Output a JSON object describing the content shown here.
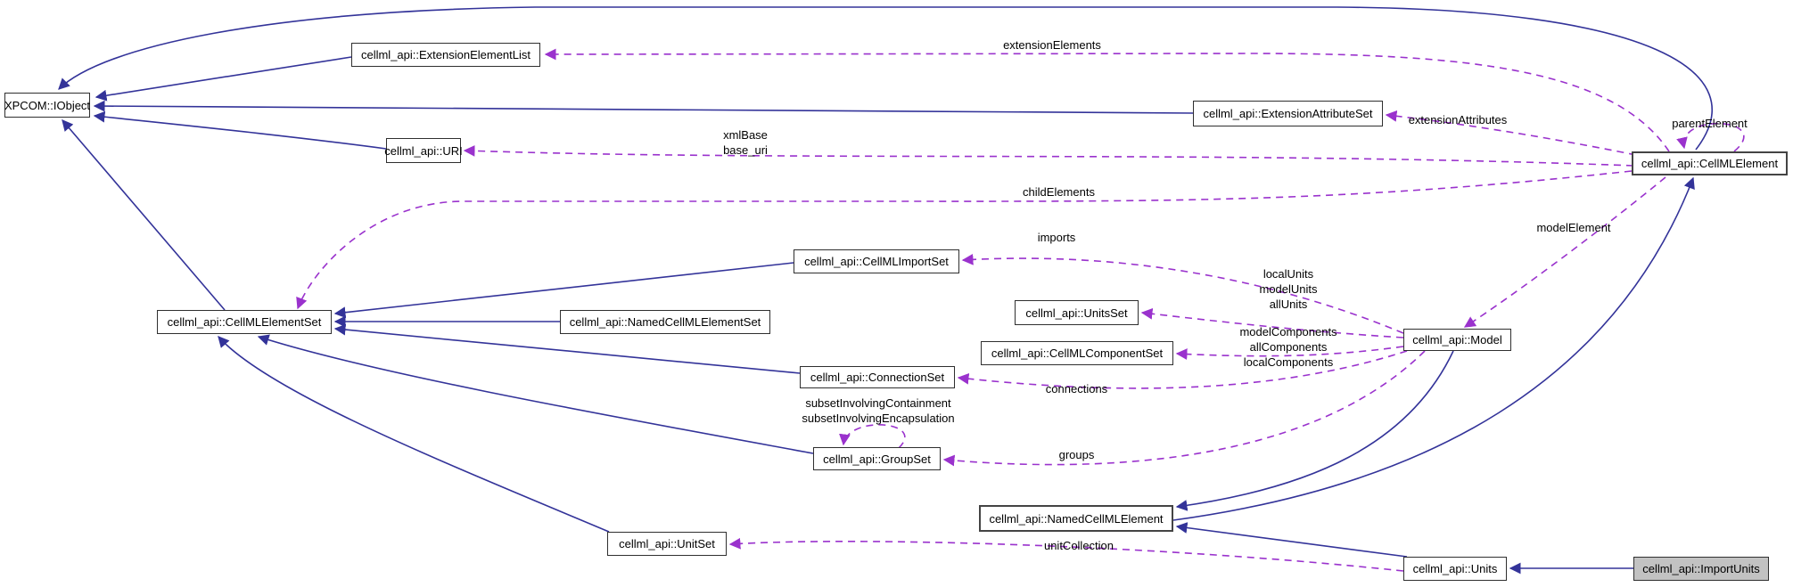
{
  "colors": {
    "background": "#ffffff",
    "inheritance_edge": "#333399",
    "usage_edge": "#9a32cd",
    "node_border": "#2f2f2f",
    "node_fill": "#ffffff",
    "current_node_fill": "#c2c2c2",
    "text": "#000000"
  },
  "nodes": [
    {
      "id": "xpcom-iobject",
      "label": "XPCOM::IObject"
    },
    {
      "id": "extension-element-list",
      "label": "cellml_api::ExtensionElementList"
    },
    {
      "id": "uri",
      "label": "cellml_api::URI"
    },
    {
      "id": "extension-attribute-set",
      "label": "cellml_api::ExtensionAttributeSet"
    },
    {
      "id": "cellml-element",
      "label": "cellml_api::CellMLElement"
    },
    {
      "id": "cellml-element-set",
      "label": "cellml_api::CellMLElementSet"
    },
    {
      "id": "cellml-import-set",
      "label": "cellml_api::CellMLImportSet"
    },
    {
      "id": "named-cellml-element-set",
      "label": "cellml_api::NamedCellMLElementSet"
    },
    {
      "id": "units-set",
      "label": "cellml_api::UnitsSet"
    },
    {
      "id": "cellml-component-set",
      "label": "cellml_api::CellMLComponentSet"
    },
    {
      "id": "connection-set",
      "label": "cellml_api::ConnectionSet"
    },
    {
      "id": "group-set",
      "label": "cellml_api::GroupSet"
    },
    {
      "id": "model",
      "label": "cellml_api::Model"
    },
    {
      "id": "named-cellml-element",
      "label": "cellml_api::NamedCellMLElement"
    },
    {
      "id": "unit-set",
      "label": "cellml_api::UnitSet"
    },
    {
      "id": "units",
      "label": "cellml_api::Units"
    },
    {
      "id": "import-units",
      "label": "cellml_api::ImportUnits"
    }
  ],
  "edge_labels": [
    {
      "id": "extensionElements",
      "lines": [
        "extensionElements"
      ]
    },
    {
      "id": "extensionAttributes",
      "lines": [
        "extensionAttributes"
      ]
    },
    {
      "id": "parentElement",
      "lines": [
        "parentElement"
      ]
    },
    {
      "id": "xmlBase-base_uri",
      "lines": [
        "xmlBase",
        "base_uri"
      ]
    },
    {
      "id": "childElements",
      "lines": [
        "childElements"
      ]
    },
    {
      "id": "imports",
      "lines": [
        "imports"
      ]
    },
    {
      "id": "units-properties",
      "lines": [
        "localUnits",
        "modelUnits",
        "allUnits"
      ]
    },
    {
      "id": "component-properties",
      "lines": [
        "modelComponents",
        "allComponents",
        "localComponents"
      ]
    },
    {
      "id": "connections",
      "lines": [
        "connections"
      ]
    },
    {
      "id": "subset-properties",
      "lines": [
        "subsetInvolvingContainment",
        "subsetInvolvingEncapsulation"
      ]
    },
    {
      "id": "groups",
      "lines": [
        "groups"
      ]
    },
    {
      "id": "modelElement",
      "lines": [
        "modelElement"
      ]
    },
    {
      "id": "unitCollection",
      "lines": [
        "unitCollection"
      ]
    }
  ]
}
